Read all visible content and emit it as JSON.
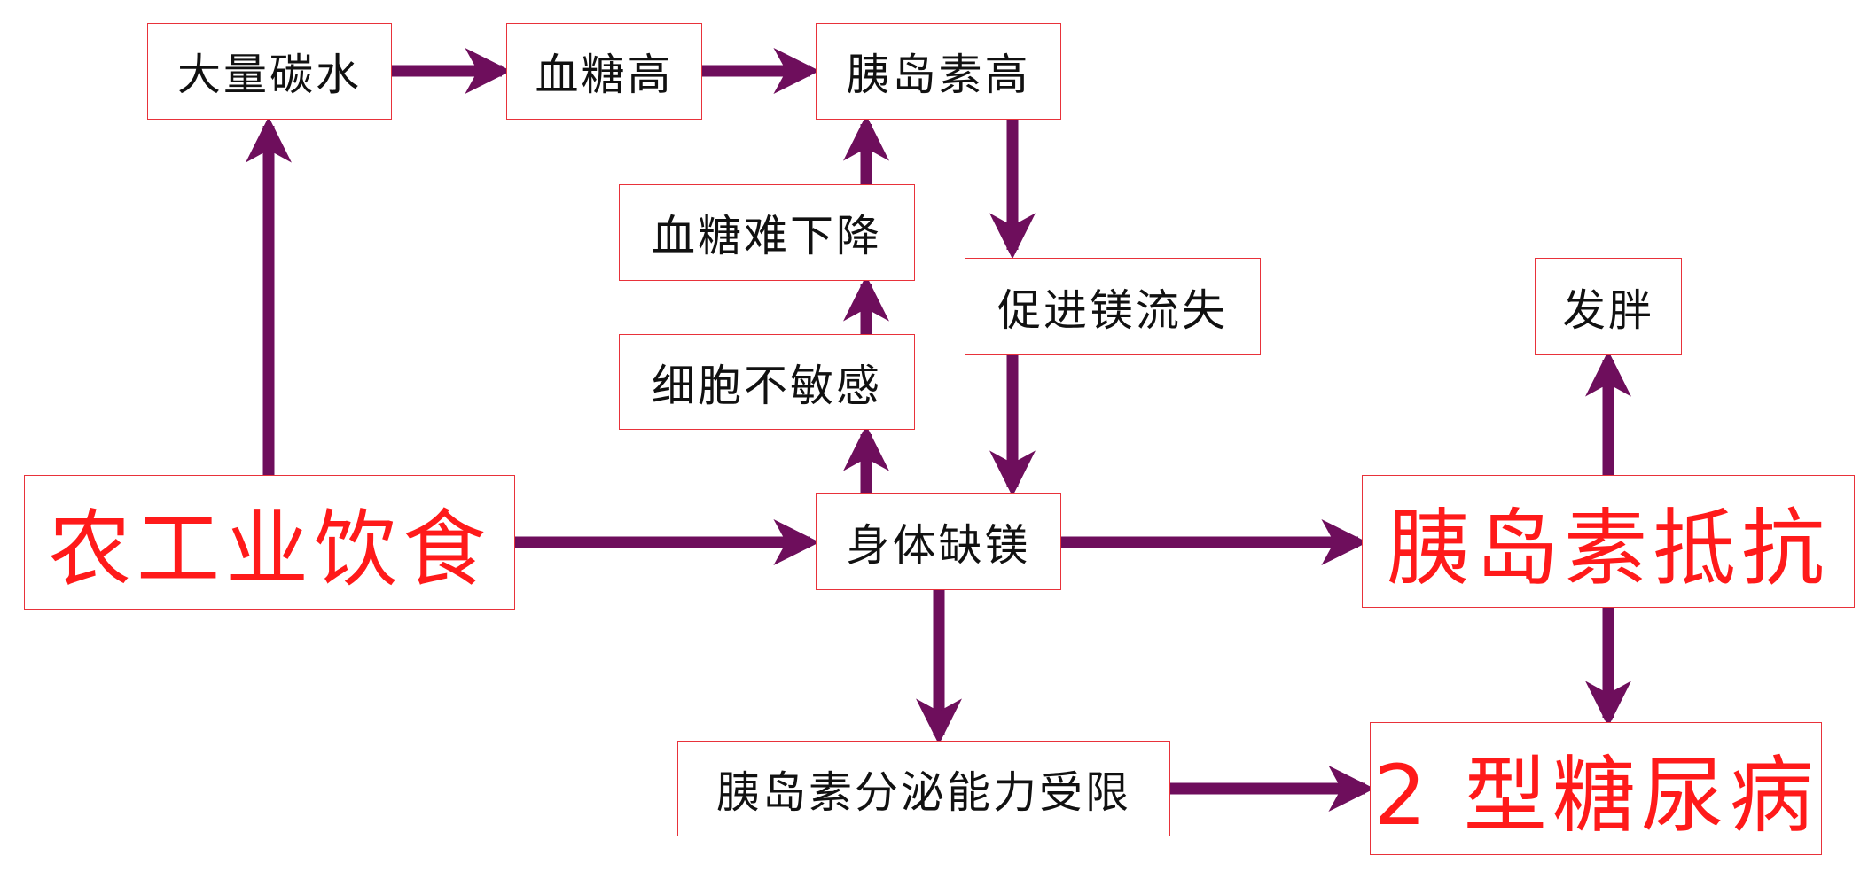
{
  "colors": {
    "arrow": "#6e0e5c",
    "box_border": "#e8323a",
    "big_text": "#ff1a1a",
    "text": "#111111"
  },
  "nodes": {
    "carbs": "大量碳水",
    "blood_sugar_high": "血糖高",
    "insulin_high": "胰岛素高",
    "sugar_hard_drop": "血糖难下降",
    "cell_insensitive": "细胞不敏感",
    "magnesium_loss": "促进镁流失",
    "industrial_diet": "农工业饮食",
    "magnesium_deficiency": "身体缺镁",
    "insulin_resistance": "胰岛素抵抗",
    "obesity": "发胖",
    "secretion_limited": "胰岛素分泌能力受限",
    "type2_diabetes": "2 型糖尿病"
  }
}
